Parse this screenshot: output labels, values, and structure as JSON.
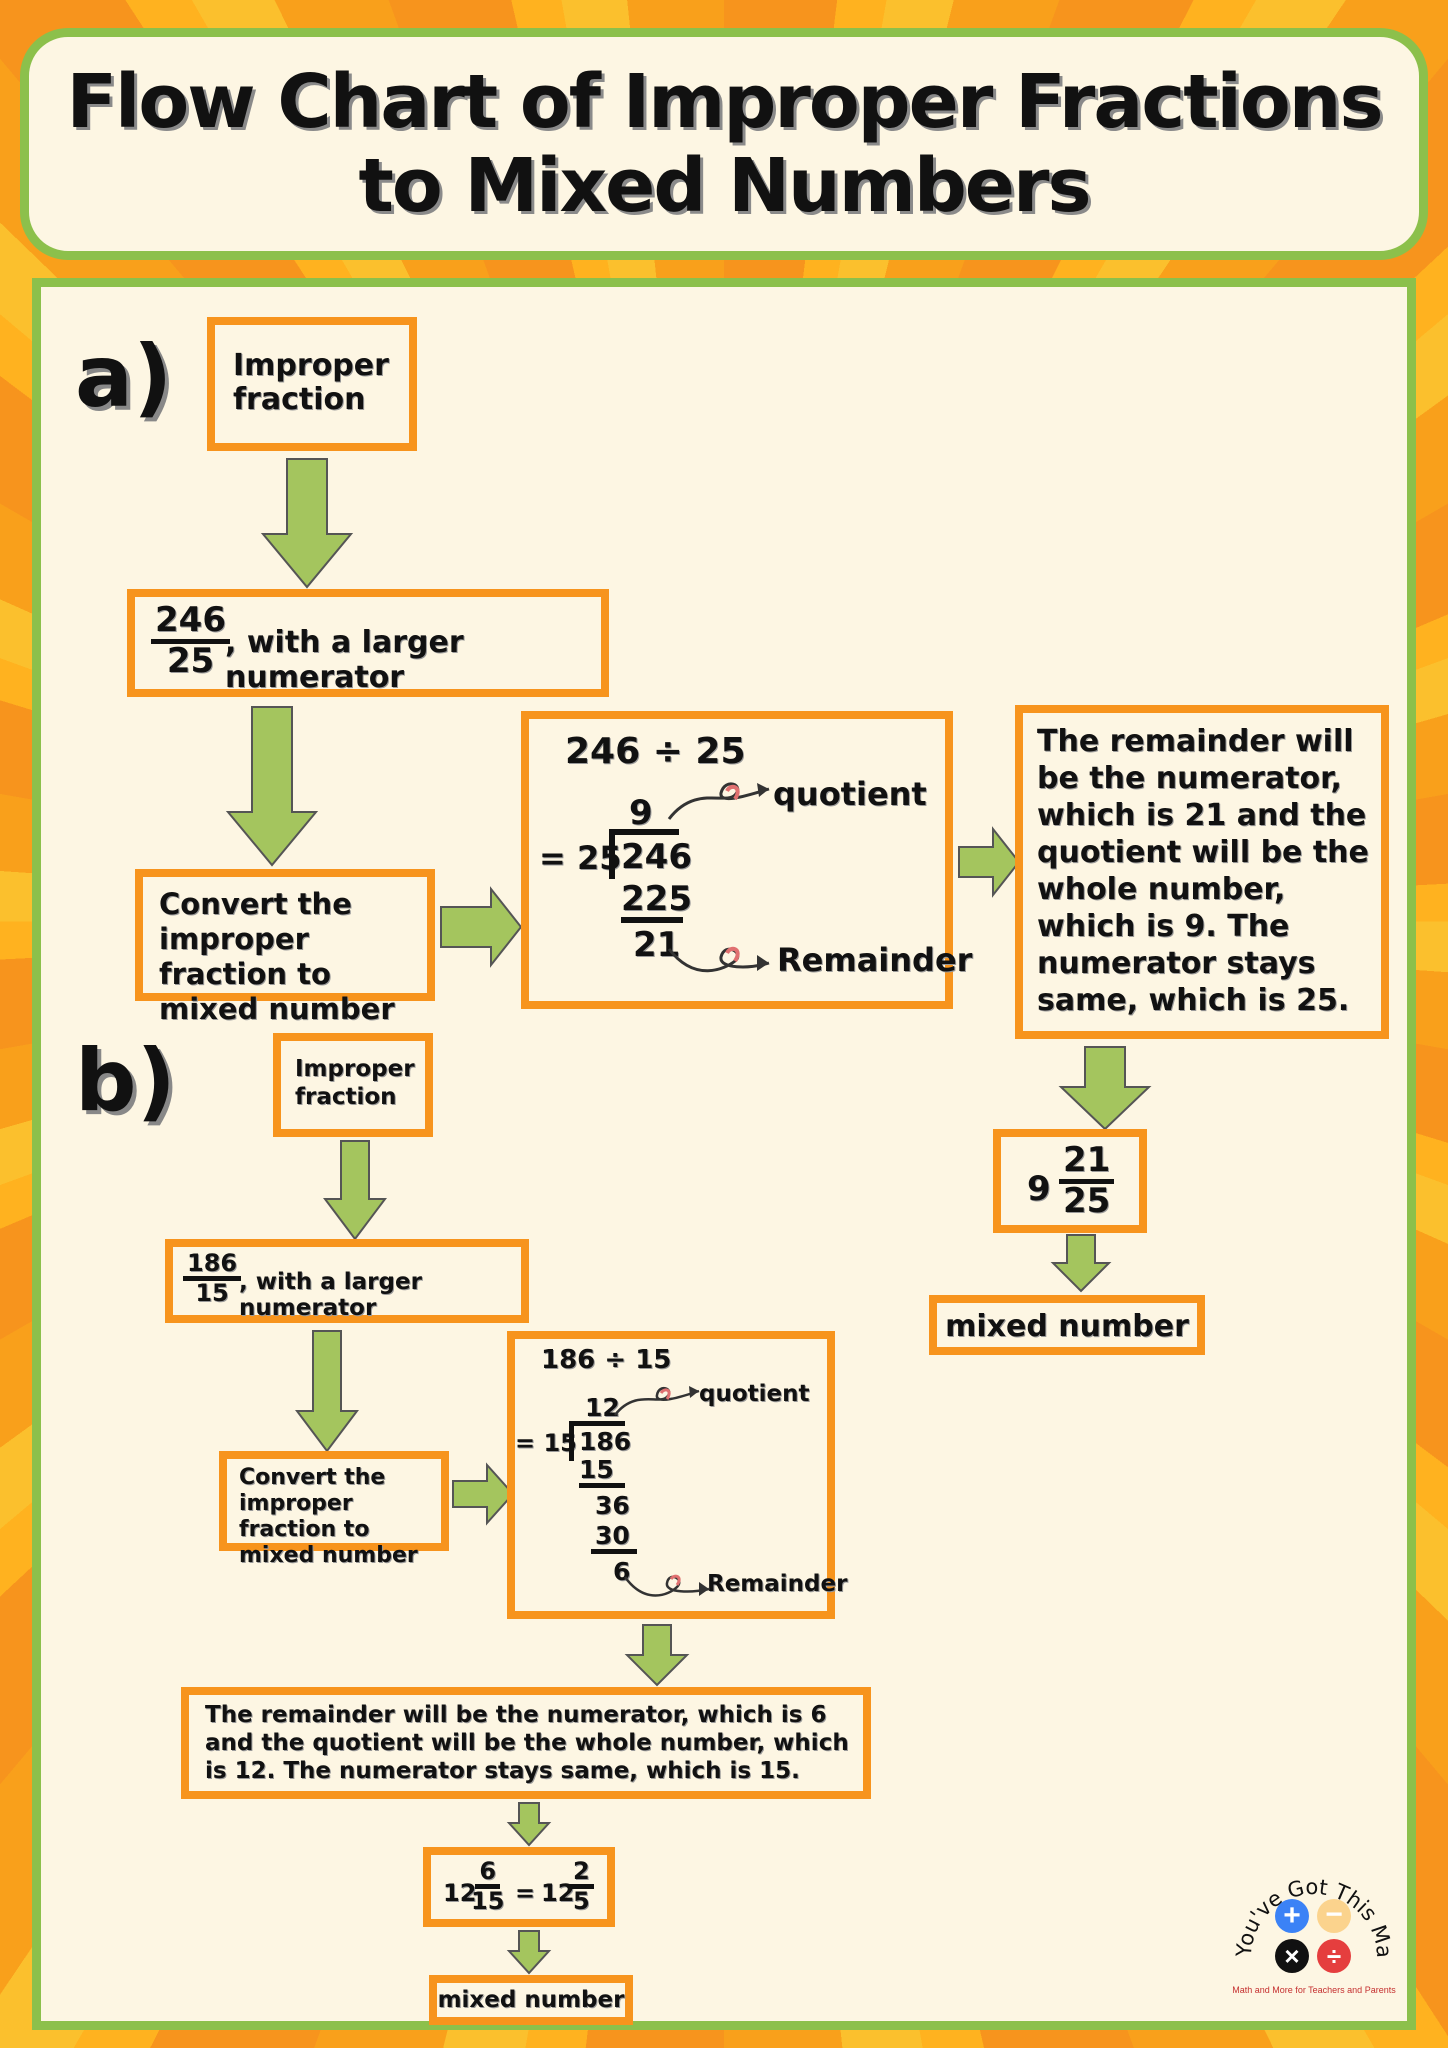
{
  "title": {
    "line1": "Flow Chart of Improper Fractions",
    "line2": "to Mixed Numbers"
  },
  "section_a": {
    "label": "a)",
    "box1": "Improper fraction",
    "fraction": {
      "numerator": "246",
      "denominator": "25"
    },
    "fraction_text": ", with a larger numerator",
    "convert": "Convert the improper fraction to mixed number",
    "division": {
      "header_left": "246",
      "header_op": "÷",
      "header_right": "25",
      "eq_divisor": "= 25",
      "quotient": "9",
      "dividend": "246",
      "subtract": "225",
      "remainder": "21",
      "quotient_label": "quotient",
      "remainder_label": "Remainder"
    },
    "explanation": "The remainder will be the numerator, which is 21 and the quotient will be the whole number, which is 9. The numerator stays same, which is 25.",
    "result": {
      "whole": "9",
      "numerator": "21",
      "denominator": "25"
    },
    "final": "mixed number"
  },
  "section_b": {
    "label": "b)",
    "box1": "Improper fraction",
    "fraction": {
      "numerator": "186",
      "denominator": "15"
    },
    "fraction_text": ", with a larger numerator",
    "convert": "Convert the improper fraction to mixed number",
    "division": {
      "header_left": "186",
      "header_op": "÷",
      "header_right": "15",
      "eq_divisor": "= 15",
      "quotient": "12",
      "dividend": "186",
      "sub1": "15",
      "step2": "36",
      "sub2": "30",
      "remainder": "6",
      "quotient_label": "quotient",
      "remainder_label": "Remainder"
    },
    "explanation": "The remainder will be the numerator, which is 6 and the quotient will be the whole number, which is 12. The numerator stays same, which is 15.",
    "result": {
      "whole": "12",
      "numerator": "6",
      "denominator": "15",
      "equals": "=",
      "whole2": "12",
      "numerator2": "2",
      "denominator2": "5"
    },
    "final": "mixed number"
  },
  "logo": {
    "name": "You've Got This Math",
    "tagline": "Math and More for Teachers and Parents"
  },
  "colors": {
    "box_border": "#f7941d",
    "arrow": "#a4c55e",
    "panel_border": "#8cc04b",
    "panel_bg": "#fdf6e3"
  }
}
